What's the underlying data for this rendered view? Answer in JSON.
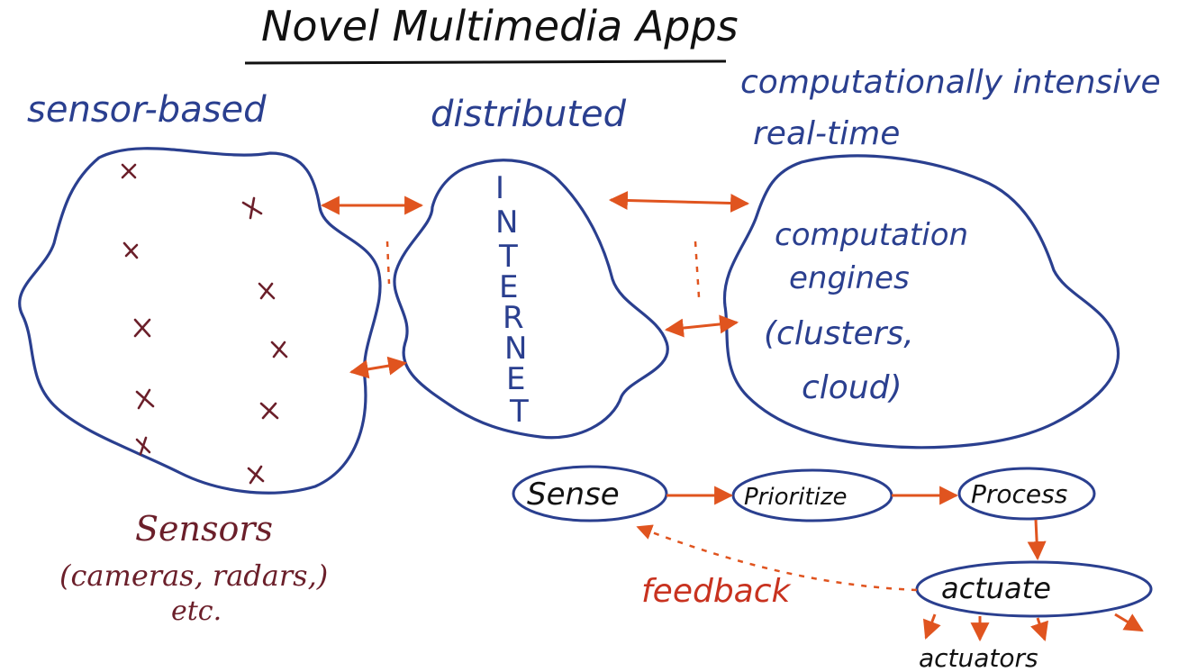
{
  "title": "Novel Multimedia Apps",
  "labels": {
    "sensor_based": "sensor-based",
    "distributed": "distributed",
    "computational_line1": "computationally intensive",
    "computational_line2": "real-time"
  },
  "internet_letters": [
    "I",
    "N",
    "T",
    "E",
    "R",
    "N",
    "E",
    "T"
  ],
  "computation_text": [
    "computation",
    "engines",
    "(clusters,",
    "cloud)"
  ],
  "sensors_text": [
    "Sensors",
    "(cameras, radars,)",
    "etc."
  ],
  "pipeline": {
    "sense": "Sense",
    "prioritize": "Prioritize",
    "process": "Process",
    "actuate": "actuate",
    "actuators": "actuators",
    "feedback": "feedback"
  },
  "colors": {
    "ink_blue": "#2a3f8f",
    "ink_black": "#111111",
    "ink_maroon": "#6b1f2a",
    "ink_orange": "#e0541f",
    "ink_red": "#c8321f"
  }
}
